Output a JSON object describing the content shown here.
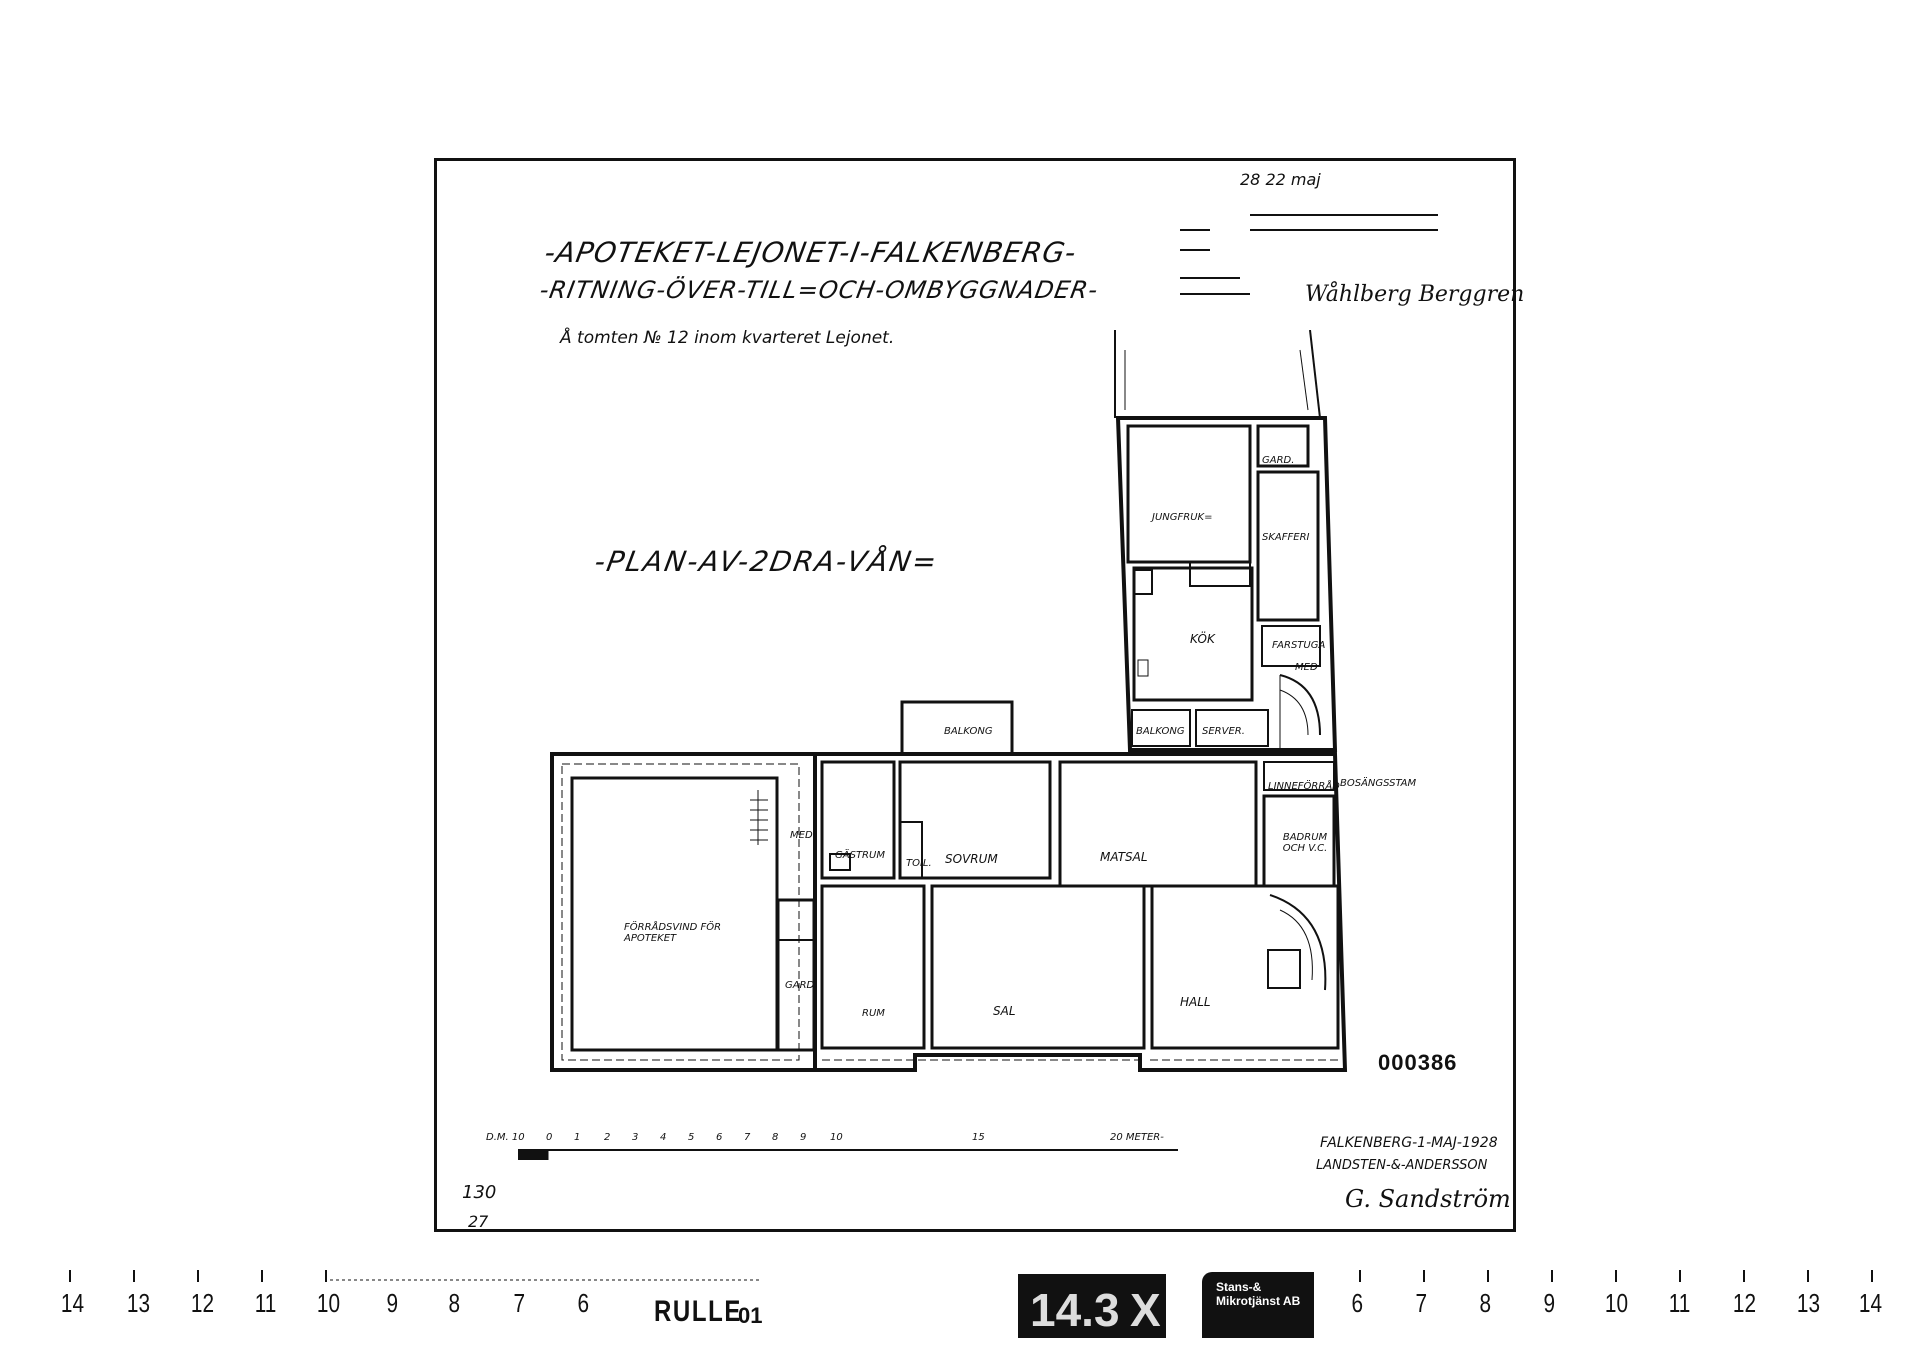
{
  "drawing": {
    "title_line1": "-APOTEKET-LEJONET-I-FALKENBERG-",
    "title_line2": "-RITNING-ÖVER-TILL=OCH-OMBYGGNADER-",
    "subtitle": "Å tomten № 12 inom kvarteret Lejonet.",
    "plan_title": "-PLAN-AV-2DRA-VÅN=",
    "date_stamp": "28  22 maj",
    "signature_top": "Wåhlberg Berggren",
    "sheet_number": "000386",
    "drawn_date": "FALKENBERG-1-MAJ-1928",
    "architects": "LANDSTEN-&-ANDERSSON",
    "signature_bottom": "G. Sandström",
    "archive_number": "130",
    "archive_sub": "27"
  },
  "rooms": {
    "jungfrukammare": "JUNGFRUK=",
    "gard_top": "GARD.",
    "skafferi": "SKAFFERI",
    "kok": "KÖK",
    "farstuga": "FARSTUGA",
    "med": "MED",
    "balkong_small": "BALKONG",
    "serveringsrum": "SERVER.",
    "balkong": "BALKONG",
    "linneforrad": "LINNEFÖRRÅD",
    "bodvagsstam": "BOSÄNGSSTAM",
    "gastrum": "GÄSTRUM",
    "toilet": "TOIL.",
    "sovrum": "SOVRUM",
    "matsal": "MATSAL",
    "badrum": "BADRUM OCH V.C.",
    "med_left": "MED",
    "forradsvind": "FÖRRÅDSVIND FÖR APOTEKET",
    "gard_left": "GARD",
    "rum": "RUM",
    "sal": "SAL",
    "hall": "HALL"
  },
  "scale": {
    "labels": [
      "D.M. 10",
      "0",
      "1",
      "2",
      "3",
      "4",
      "5",
      "6",
      "7",
      "8",
      "9",
      "10",
      "15",
      "20 METER-"
    ]
  },
  "film_strip": {
    "ruler_left": [
      "14",
      "13",
      "12",
      "11",
      "10",
      "9",
      "8",
      "7",
      "6"
    ],
    "ruler_right": [
      "6",
      "7",
      "8",
      "9",
      "10",
      "11",
      "12",
      "13",
      "14"
    ],
    "rulle_label": "RULLE",
    "rulle_number": "01",
    "frame_number": "14.3",
    "frame_suffix": "X",
    "company": "Stans-& Mikrotjänst AB"
  }
}
